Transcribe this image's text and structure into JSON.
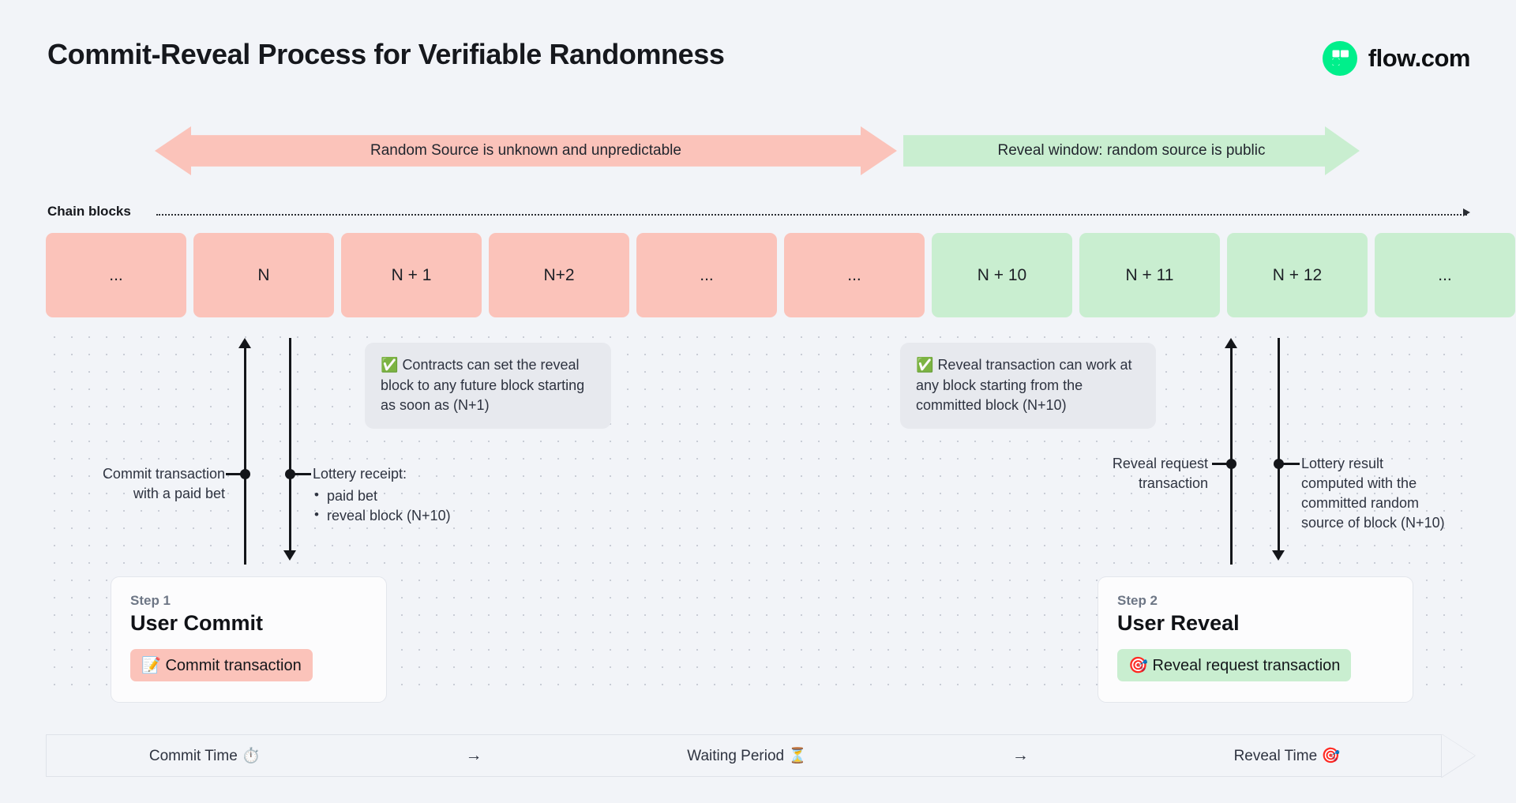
{
  "header": {
    "title": "Commit-Reveal Process for Verifiable Randomness",
    "brand_name": "flow.com",
    "brand_color": "#00ef8b"
  },
  "banners": [
    {
      "label": "Random Source is unknown and unpredictable",
      "color": "#fbc3ba",
      "direction": "double"
    },
    {
      "label": "Reveal window: random source is public",
      "color": "#c9eed0",
      "direction": "right"
    }
  ],
  "chain": {
    "label": "Chain blocks",
    "blocks": [
      {
        "label": "...",
        "state": "pink"
      },
      {
        "label": "N",
        "state": "pink"
      },
      {
        "label": "N + 1",
        "state": "pink"
      },
      {
        "label": "N+2",
        "state": "pink"
      },
      {
        "label": "...",
        "state": "pink"
      },
      {
        "label": "...",
        "state": "pink"
      },
      {
        "label": "N + 10",
        "state": "green"
      },
      {
        "label": "N + 11",
        "state": "green"
      },
      {
        "label": "N + 12",
        "state": "green"
      },
      {
        "label": "...",
        "state": "green"
      }
    ]
  },
  "callouts": [
    {
      "icon": "✅",
      "text": "Contracts can set the reveal block to any future block starting as soon as (N+1)"
    },
    {
      "icon": "✅",
      "text": "Reveal transaction can work at any block starting from the committed block (N+10)"
    }
  ],
  "annotations": {
    "commit": {
      "line1": "Commit transaction",
      "line2": "with a paid bet"
    },
    "receipt": {
      "title": "Lottery receipt:",
      "bullets": [
        "paid bet",
        "reveal block (N+10)"
      ]
    },
    "reveal_request": {
      "line1": "Reveal request",
      "line2": "transaction"
    },
    "lottery_result": {
      "line1": "Lottery result",
      "line2": "computed with the",
      "line3": "committed random",
      "line4": "source of block (N+10)"
    }
  },
  "cards": [
    {
      "step": "Step 1",
      "title": "User Commit",
      "pill_icon": "📝",
      "pill_label": "Commit transaction",
      "pill_color": "#fbc3ba"
    },
    {
      "step": "Step 2",
      "title": "User Reveal",
      "pill_icon": "🎯",
      "pill_label": "Reveal request transaction",
      "pill_color": "#c9eed0"
    }
  ],
  "timeline": {
    "stages": [
      {
        "label": "Commit Time ⏱️"
      },
      {
        "label": "Waiting Period ⏳"
      },
      {
        "label": "Reveal Time 🎯"
      }
    ],
    "arrow": "→"
  }
}
